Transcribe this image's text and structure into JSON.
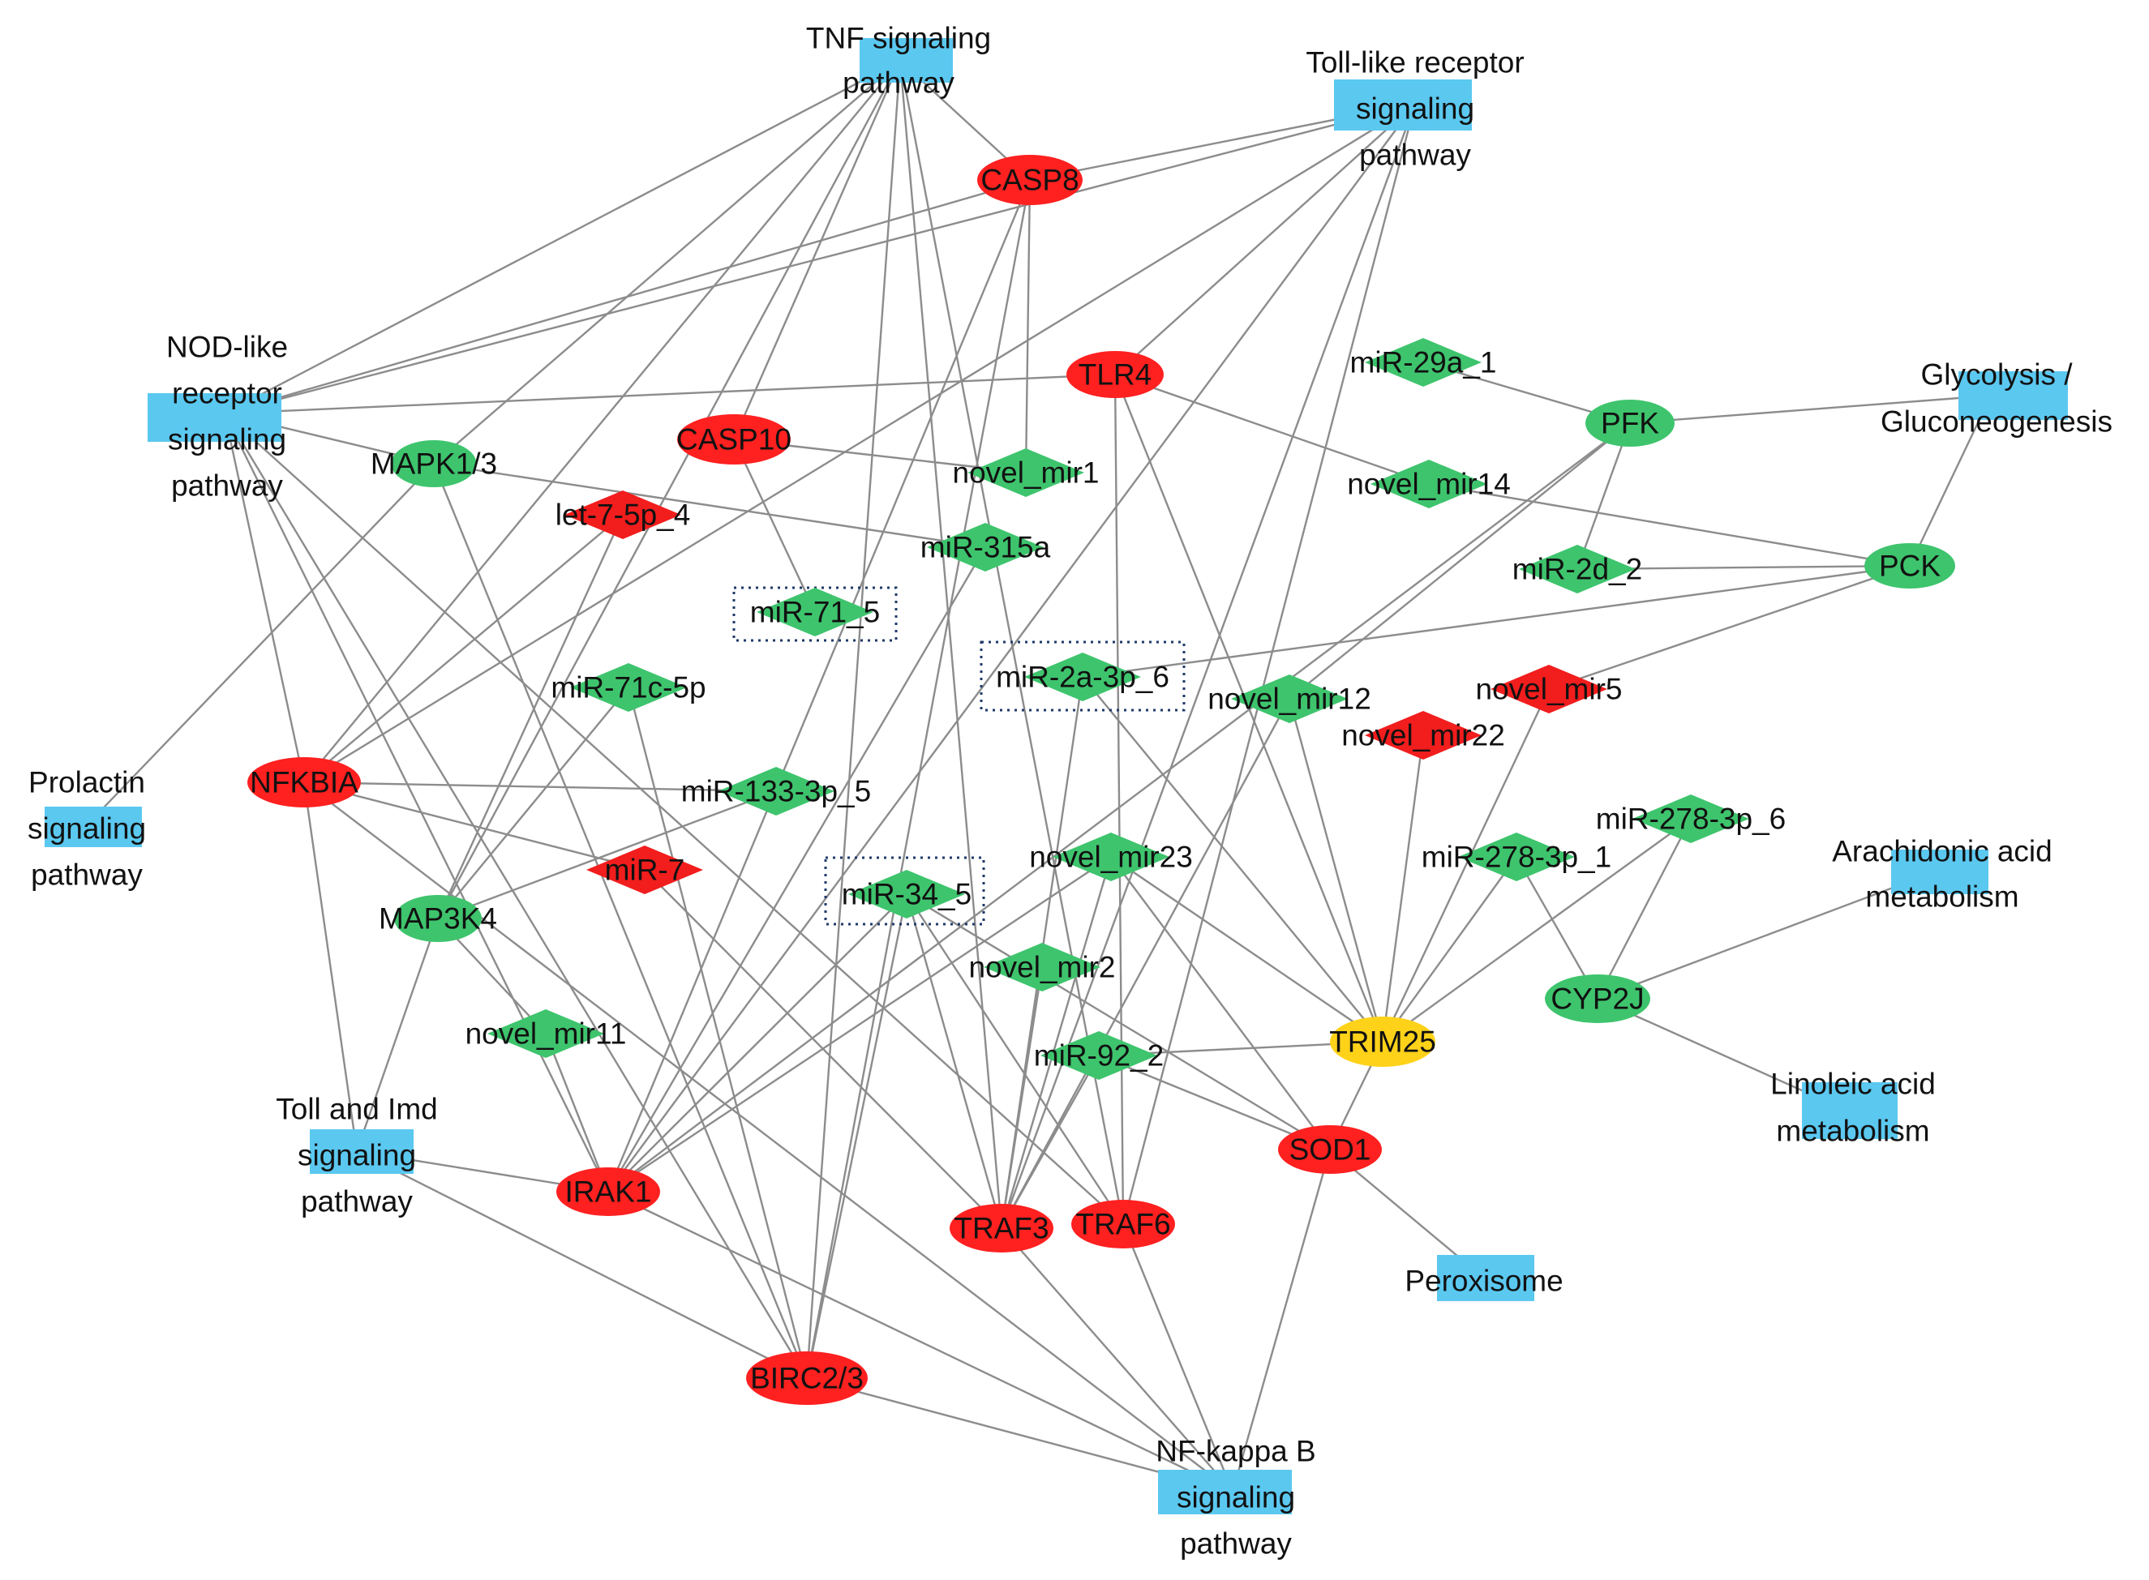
{
  "colors": {
    "pathway": "#5bc8f0",
    "gene_up": "#ff2020",
    "gene_down": "#3ec46d",
    "mirna_up": "#f21d1d",
    "mirna_down": "#3ec46d",
    "hub": "#ffd21a",
    "edge": "#8c8c8c"
  },
  "nodes": [
    {
      "id": "TNF",
      "kind": "pathway",
      "label": [
        "TNF signaling",
        "pathway"
      ]
    },
    {
      "id": "TOLL",
      "kind": "pathway",
      "label": [
        "Toll-like receptor",
        "signaling",
        "pathway"
      ]
    },
    {
      "id": "NOD",
      "kind": "pathway",
      "label": [
        "NOD-like",
        "receptor",
        "signaling",
        "pathway"
      ]
    },
    {
      "id": "GLY",
      "kind": "pathway",
      "label": [
        "Glycolysis /",
        "Gluconeogenesis"
      ]
    },
    {
      "id": "PRL",
      "kind": "pathway",
      "label": [
        "Prolactin",
        "signaling",
        "pathway"
      ]
    },
    {
      "id": "ARA",
      "kind": "pathway",
      "label": [
        "Arachidonic acid",
        "metabolism"
      ]
    },
    {
      "id": "LIN",
      "kind": "pathway",
      "label": [
        "Linoleic acid",
        "metabolism"
      ]
    },
    {
      "id": "TIMD",
      "kind": "pathway",
      "label": [
        "Toll and Imd",
        "signaling",
        "pathway"
      ]
    },
    {
      "id": "PERO",
      "kind": "pathway",
      "label": [
        "Peroxisome"
      ]
    },
    {
      "id": "NFKB",
      "kind": "pathway",
      "label": [
        "NF-kappa B",
        "signaling",
        "pathway"
      ]
    },
    {
      "id": "CASP8",
      "kind": "gene_up",
      "label": [
        "CASP8"
      ]
    },
    {
      "id": "TLR4",
      "kind": "gene_up",
      "label": [
        "TLR4"
      ]
    },
    {
      "id": "CASP10",
      "kind": "gene_up",
      "label": [
        "CASP10"
      ]
    },
    {
      "id": "NFKBIA",
      "kind": "gene_up",
      "label": [
        "NFKBIA"
      ]
    },
    {
      "id": "IRAK1",
      "kind": "gene_up",
      "label": [
        "IRAK1"
      ]
    },
    {
      "id": "TRAF3",
      "kind": "gene_up",
      "label": [
        "TRAF3"
      ]
    },
    {
      "id": "TRAF6",
      "kind": "gene_up",
      "label": [
        "TRAF6"
      ]
    },
    {
      "id": "SOD1",
      "kind": "gene_up",
      "label": [
        "SOD1"
      ]
    },
    {
      "id": "BIRC",
      "kind": "gene_up",
      "label": [
        "BIRC2/3"
      ]
    },
    {
      "id": "MAPK",
      "kind": "gene_down",
      "label": [
        "MAPK1/3"
      ]
    },
    {
      "id": "MAP3K4",
      "kind": "gene_down",
      "label": [
        "MAP3K4"
      ]
    },
    {
      "id": "PFK",
      "kind": "gene_down",
      "label": [
        "PFK"
      ]
    },
    {
      "id": "PCK",
      "kind": "gene_down",
      "label": [
        "PCK"
      ]
    },
    {
      "id": "CYP2J",
      "kind": "gene_down",
      "label": [
        "CYP2J"
      ]
    },
    {
      "id": "TRIM25",
      "kind": "hub",
      "label": [
        "TRIM25"
      ]
    },
    {
      "id": "let7",
      "kind": "mirna_up",
      "label": [
        "let-7-5p_4"
      ]
    },
    {
      "id": "mir7",
      "kind": "mirna_up",
      "label": [
        "miR-7"
      ]
    },
    {
      "id": "nm5",
      "kind": "mirna_up",
      "label": [
        "novel_mir5"
      ]
    },
    {
      "id": "nm22",
      "kind": "mirna_up",
      "label": [
        "novel_mir22"
      ]
    },
    {
      "id": "m29a",
      "kind": "mirna_down",
      "label": [
        "miR-29a_1"
      ]
    },
    {
      "id": "nm1",
      "kind": "mirna_down",
      "label": [
        "novel_mir1"
      ]
    },
    {
      "id": "nm14",
      "kind": "mirna_down",
      "label": [
        "novel_mir14"
      ]
    },
    {
      "id": "m315",
      "kind": "mirna_down",
      "label": [
        "miR-315a"
      ]
    },
    {
      "id": "m2d",
      "kind": "mirna_down",
      "label": [
        "miR-2d_2"
      ]
    },
    {
      "id": "m71",
      "kind": "mirna_down",
      "label": [
        "miR-71_5"
      ],
      "highlight": true
    },
    {
      "id": "m2a",
      "kind": "mirna_down",
      "label": [
        "miR-2a-3p_6"
      ],
      "highlight": true
    },
    {
      "id": "m71c",
      "kind": "mirna_down",
      "label": [
        "miR-71c-5p"
      ]
    },
    {
      "id": "nm12",
      "kind": "mirna_down",
      "label": [
        "novel_mir12"
      ]
    },
    {
      "id": "m133",
      "kind": "mirna_down",
      "label": [
        "miR-133-3p_5"
      ]
    },
    {
      "id": "m278b",
      "kind": "mirna_down",
      "label": [
        "miR-278-3p_6"
      ]
    },
    {
      "id": "m278a",
      "kind": "mirna_down",
      "label": [
        "miR-278-3p_1"
      ]
    },
    {
      "id": "m34",
      "kind": "mirna_down",
      "label": [
        "miR-34_5"
      ],
      "highlight": true
    },
    {
      "id": "nm23",
      "kind": "mirna_down",
      "label": [
        "novel_mir23"
      ]
    },
    {
      "id": "nm2",
      "kind": "mirna_down",
      "label": [
        "novel_mir2"
      ]
    },
    {
      "id": "nm11",
      "kind": "mirna_down",
      "label": [
        "novel_mir11"
      ]
    },
    {
      "id": "m92",
      "kind": "mirna_down",
      "label": [
        "miR-92_2"
      ]
    }
  ],
  "edges": [
    [
      "TNF",
      "CASP8"
    ],
    [
      "TNF",
      "NOD"
    ],
    [
      "TNF",
      "MAPK"
    ],
    [
      "TNF",
      "CASP10"
    ],
    [
      "TNF",
      "NFKBIA"
    ],
    [
      "TNF",
      "MAP3K4"
    ],
    [
      "TNF",
      "BIRC"
    ],
    [
      "TNF",
      "TRAF3"
    ],
    [
      "TNF",
      "TRAF6"
    ],
    [
      "TOLL",
      "CASP8"
    ],
    [
      "TOLL",
      "NOD"
    ],
    [
      "TOLL",
      "TLR4"
    ],
    [
      "TOLL",
      "IRAK1"
    ],
    [
      "TOLL",
      "TRAF3"
    ],
    [
      "TOLL",
      "TRAF6"
    ],
    [
      "TOLL",
      "NFKBIA"
    ],
    [
      "CASP8",
      "NOD"
    ],
    [
      "CASP8",
      "IRAK1"
    ],
    [
      "CASP8",
      "BIRC"
    ],
    [
      "CASP8",
      "nm1"
    ],
    [
      "NOD",
      "TLR4"
    ],
    [
      "NOD",
      "MAPK"
    ],
    [
      "NOD",
      "NFKBIA"
    ],
    [
      "NOD",
      "IRAK1"
    ],
    [
      "NOD",
      "BIRC"
    ],
    [
      "NOD",
      "TRAF6"
    ],
    [
      "TLR4",
      "TRIM25"
    ],
    [
      "TLR4",
      "nm14"
    ],
    [
      "TLR4",
      "TRAF6"
    ],
    [
      "CASP10",
      "nm1"
    ],
    [
      "CASP10",
      "m71"
    ],
    [
      "MAPK",
      "PRL"
    ],
    [
      "MAPK",
      "m315"
    ],
    [
      "MAPK",
      "BIRC"
    ],
    [
      "let7",
      "NFKBIA"
    ],
    [
      "let7",
      "MAP3K4"
    ],
    [
      "m315",
      "IRAK1"
    ],
    [
      "m29a",
      "PFK"
    ],
    [
      "PFK",
      "GLY"
    ],
    [
      "PFK",
      "m2d"
    ],
    [
      "PFK",
      "nm12"
    ],
    [
      "PFK",
      "IRAK1"
    ],
    [
      "nm14",
      "PCK"
    ],
    [
      "m2d",
      "PCK"
    ],
    [
      "PCK",
      "GLY"
    ],
    [
      "PCK",
      "m2a"
    ],
    [
      "PCK",
      "nm5"
    ],
    [
      "m2a",
      "TRIM25"
    ],
    [
      "m2a",
      "TRAF3"
    ],
    [
      "m71c",
      "MAP3K4"
    ],
    [
      "m71c",
      "BIRC"
    ],
    [
      "NFKBIA",
      "m133"
    ],
    [
      "NFKBIA",
      "mir7"
    ],
    [
      "NFKBIA",
      "TIMD"
    ],
    [
      "NFKBIA",
      "NFKB"
    ],
    [
      "m133",
      "MAP3K4"
    ],
    [
      "nm12",
      "TRAF3"
    ],
    [
      "nm12",
      "TRIM25"
    ],
    [
      "nm22",
      "TRIM25"
    ],
    [
      "nm5",
      "TRIM25"
    ],
    [
      "m278a",
      "TRIM25"
    ],
    [
      "m278a",
      "CYP2J"
    ],
    [
      "m278b",
      "TRIM25"
    ],
    [
      "m278b",
      "CYP2J"
    ],
    [
      "CYP2J",
      "ARA"
    ],
    [
      "CYP2J",
      "LIN"
    ],
    [
      "mir7",
      "TRAF3"
    ],
    [
      "m34",
      "IRAK1"
    ],
    [
      "m34",
      "BIRC"
    ],
    [
      "m34",
      "TRAF3"
    ],
    [
      "m34",
      "TRAF6"
    ],
    [
      "m34",
      "SOD1"
    ],
    [
      "nm23",
      "IRAK1"
    ],
    [
      "nm23",
      "TRAF3"
    ],
    [
      "nm23",
      "TRIM25"
    ],
    [
      "nm23",
      "SOD1"
    ],
    [
      "nm2",
      "TRAF3"
    ],
    [
      "MAP3K4",
      "TIMD"
    ],
    [
      "MAP3K4",
      "nm11"
    ],
    [
      "nm11",
      "IRAK1"
    ],
    [
      "m92",
      "TRIM25"
    ],
    [
      "m92",
      "TRAF3"
    ],
    [
      "m92",
      "SOD1"
    ],
    [
      "TIMD",
      "IRAK1"
    ],
    [
      "TIMD",
      "BIRC"
    ],
    [
      "IRAK1",
      "NFKB"
    ],
    [
      "TRAF3",
      "NFKB"
    ],
    [
      "TRAF6",
      "NFKB"
    ],
    [
      "TRIM25",
      "SOD1"
    ],
    [
      "SOD1",
      "PERO"
    ],
    [
      "SOD1",
      "NFKB"
    ],
    [
      "BIRC",
      "NFKB"
    ]
  ]
}
